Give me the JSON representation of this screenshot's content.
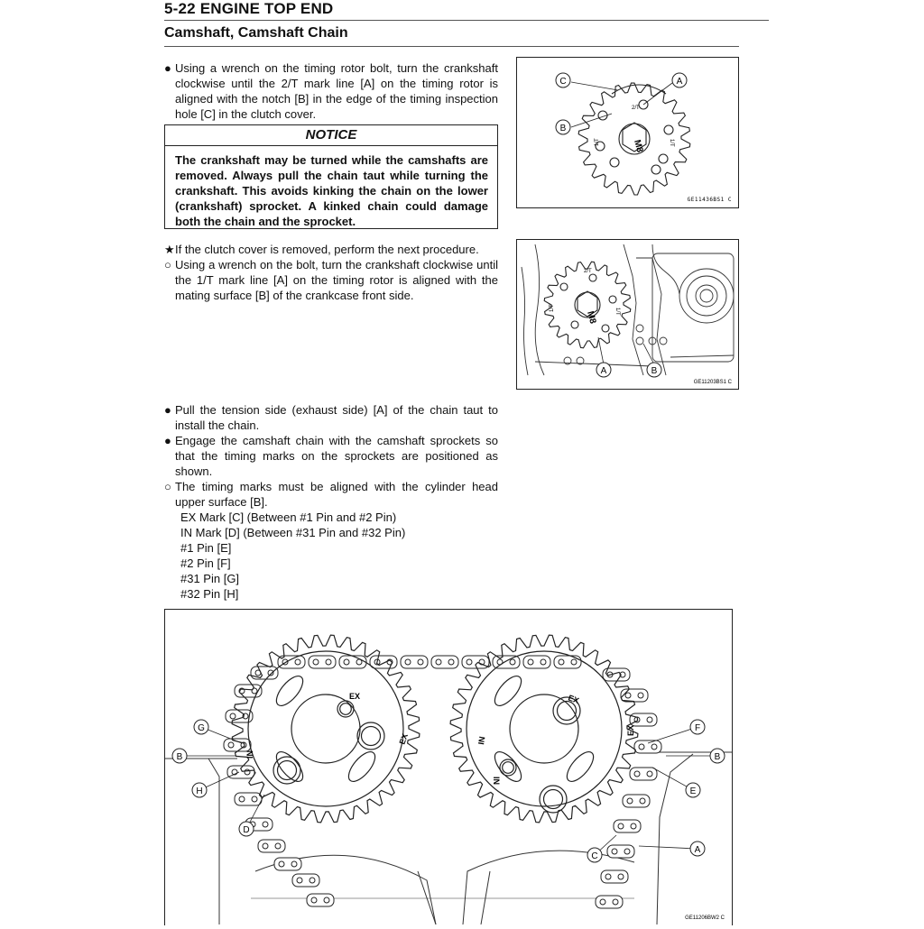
{
  "header": {
    "section_title": "5-22 ENGINE TOP END",
    "subtitle": "Camshaft, Camshaft Chain"
  },
  "step1": {
    "marker": "●",
    "text": "Using a wrench on the timing rotor bolt, turn the crankshaft clockwise until the 2/T mark line [A] on the timing rotor is aligned with the notch [B] in the edge of the timing inspection hole [C] in the clutch cover."
  },
  "notice": {
    "heading": "NOTICE",
    "body": "The crankshaft may be turned while the camshafts are removed. Always pull the chain taut while turning the crankshaft. This avoids kinking the chain on the lower (crankshaft) sprocket. A kinked chain could damage both the chain and the sprocket."
  },
  "step2": {
    "items": [
      {
        "marker": "★",
        "text": "If the clutch cover is removed, perform the next procedure."
      },
      {
        "marker": "○",
        "text": "Using a wrench on the bolt, turn the crankshaft clockwise until the 1/T mark line [A] on the timing rotor is aligned with the mating surface [B] of the crankcase front side."
      }
    ]
  },
  "step3": {
    "items": [
      {
        "marker": "●",
        "text": "Pull the tension side (exhaust side) [A] of the chain taut to install the chain."
      },
      {
        "marker": "●",
        "text": "Engage the camshaft chain with the camshaft sprockets so that the timing marks on the sprockets are positioned as shown."
      },
      {
        "marker": "○",
        "text": "The timing marks must be aligned with the cylinder head upper surface [B]."
      }
    ],
    "legend": [
      "EX Mark [C] (Between #1 Pin and #2 Pin)",
      "IN Mark [D] (Between #31 Pin and #32 Pin)",
      "#1 Pin [E]",
      "#2 Pin [F]",
      "#31 Pin [G]",
      "#32 Pin [H]"
    ]
  },
  "figures": {
    "fig1": {
      "code": "GE11436BS1 C",
      "callouts": [
        "C",
        "A",
        "B"
      ],
      "bolt": "M8",
      "marks": [
        "2/T",
        "1/T"
      ]
    },
    "fig2": {
      "code": "GE11203BS1 C",
      "callouts": [
        "A",
        "B"
      ],
      "bolt": "M8",
      "marks": [
        "2/T",
        "1/T"
      ]
    },
    "fig3": {
      "code": "GE11206BW2 C",
      "callouts": [
        "G",
        "B",
        "H",
        "D",
        "F",
        "B",
        "E",
        "C",
        "A"
      ],
      "marks": [
        "EX",
        "IN",
        "EX",
        "IN",
        "EX",
        "IN"
      ]
    }
  }
}
